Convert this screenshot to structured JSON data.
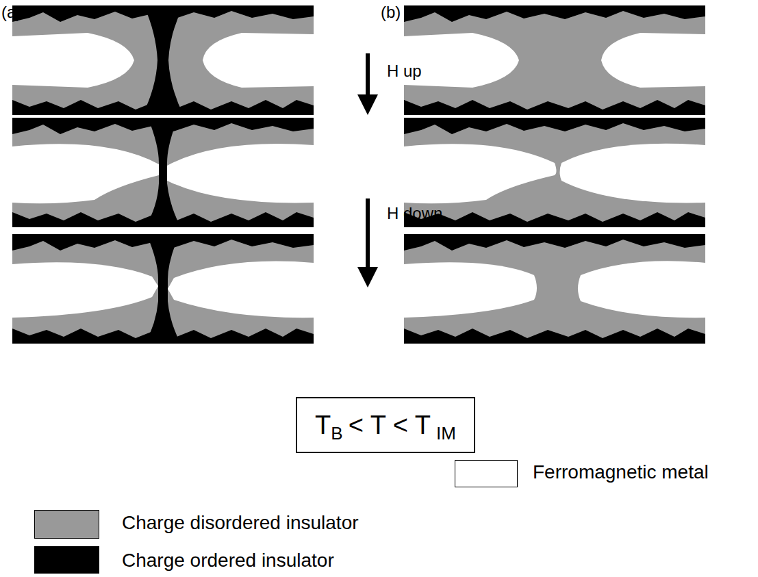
{
  "diagram": {
    "nodes": [
      {
        "text": [
          "T",
          "B",
          "< T < T",
          "IM"
        ]
      }
    ],
    "labels": [
      "(a)",
      "(b)",
      "H up",
      "H down"
    ],
    "legend": [
      {
        "text": "Charge disordered insulator",
        "color": "#999999"
      },
      {
        "text": "Ferromagnetic metal",
        "color": "#ffffff"
      },
      {
        "text": "Charge ordered insulator",
        "color": "#000000"
      }
    ]
  }
}
